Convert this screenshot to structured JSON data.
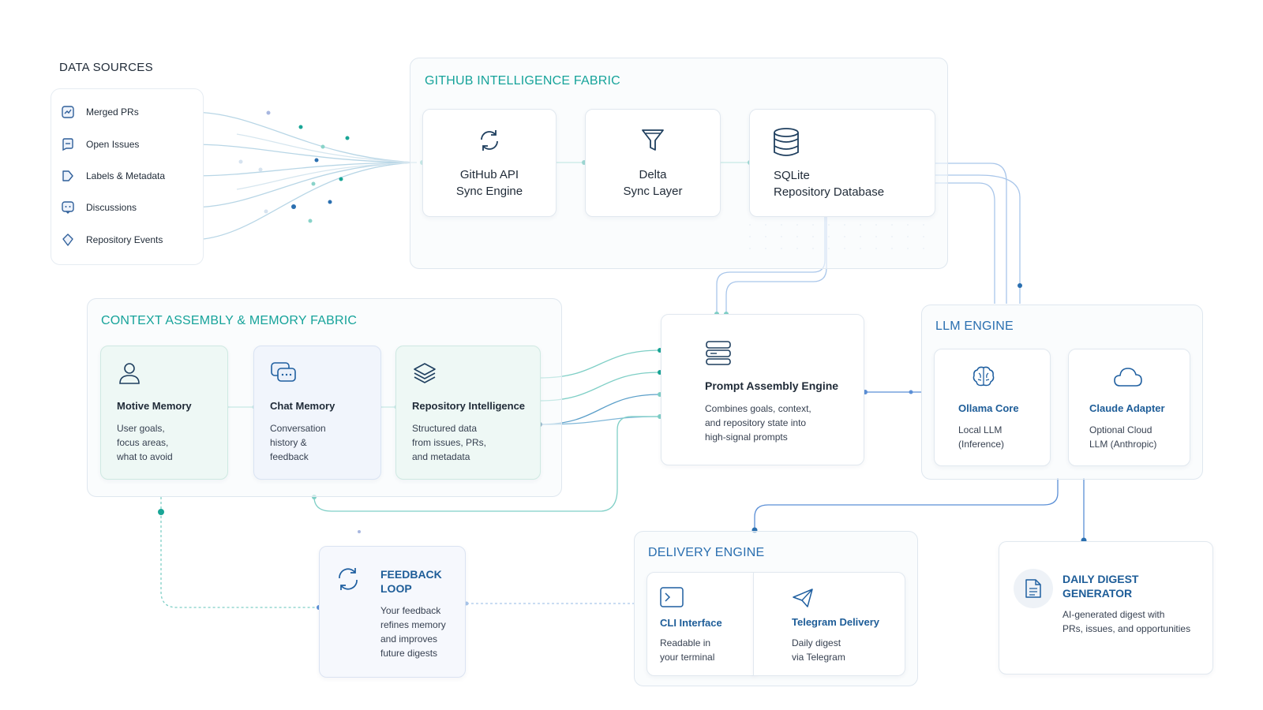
{
  "data_sources": {
    "title": "DATA SOURCES",
    "items": [
      {
        "label": "Merged PRs",
        "icon": "merged-pr-icon"
      },
      {
        "label": "Open Issues",
        "icon": "issue-icon"
      },
      {
        "label": "Labels & Metadata",
        "icon": "tag-icon"
      },
      {
        "label": "Discussions",
        "icon": "discussion-icon"
      },
      {
        "label": "Repository Events",
        "icon": "event-icon"
      }
    ]
  },
  "github_fabric": {
    "title": "GITHUB INTELLIGENCE FABRIC",
    "cards": [
      {
        "line1": "GitHub API",
        "line2": "Sync Engine",
        "icon": "sync-icon"
      },
      {
        "line1": "Delta",
        "line2": "Sync Layer",
        "icon": "filter-icon"
      },
      {
        "line1": "SQLite",
        "line2": "Repository Database",
        "icon": "database-icon"
      }
    ]
  },
  "context_fabric": {
    "title": "CONTEXT ASSEMBLY & MEMORY FABRIC",
    "cards": [
      {
        "title": "Motive Memory",
        "desc": [
          "User goals,",
          "focus areas,",
          "what to avoid"
        ],
        "icon": "user-icon"
      },
      {
        "title": "Chat Memory",
        "desc": [
          "Conversation",
          "history &",
          "feedback"
        ],
        "icon": "chat-icon"
      },
      {
        "title": "Repository Intelligence",
        "desc": [
          "Structured data",
          "from issues, PRs,",
          "and metadata"
        ],
        "icon": "layers-icon"
      }
    ]
  },
  "prompt_engine": {
    "title": "Prompt Assembly Engine",
    "desc": [
      "Combines goals, context,",
      "and repository state into",
      "high-signal prompts"
    ],
    "icon": "list-icon"
  },
  "llm_engine": {
    "title": "LLM ENGINE",
    "cards": [
      {
        "title": "Ollama Core",
        "desc": [
          "Local LLM",
          "(Inference)"
        ],
        "icon": "brain-icon"
      },
      {
        "title": "Claude Adapter",
        "desc": [
          "Optional Cloud",
          "LLM (Anthropic)"
        ],
        "icon": "cloud-icon"
      }
    ]
  },
  "feedback_loop": {
    "title": [
      "FEEDBACK",
      "LOOP"
    ],
    "desc": [
      "Your feedback",
      "refines memory",
      "and improves",
      "future digests"
    ],
    "icon": "refresh-icon"
  },
  "delivery_engine": {
    "title": "DELIVERY ENGINE",
    "cards": [
      {
        "title": "CLI Interface",
        "desc": [
          "Readable in",
          "your terminal"
        ],
        "icon": "terminal-icon"
      },
      {
        "title": "Telegram Delivery",
        "desc": [
          "Daily digest",
          "via Telegram"
        ],
        "icon": "send-icon"
      }
    ]
  },
  "digest": {
    "title": [
      "DAILY DIGEST",
      "GENERATOR"
    ],
    "desc": [
      "AI-generated digest with",
      "PRs, issues, and opportunities"
    ],
    "icon": "document-icon"
  },
  "colors": {
    "teal": "#16a39a",
    "blue": "#2a6fb0",
    "wire_teal": "#7fcfc6",
    "wire_blue": "#5b8fd6"
  }
}
